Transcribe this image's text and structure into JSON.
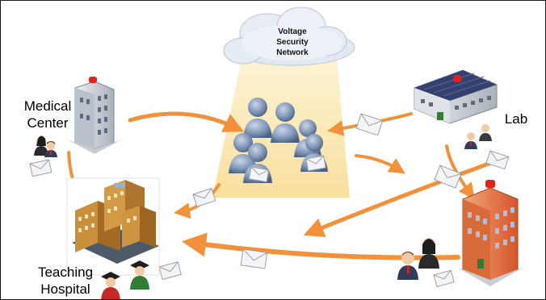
{
  "cloud": {
    "line1": "Voltage",
    "line2": "Security",
    "line3": "Network"
  },
  "nodes": {
    "medical_center": {
      "line1": "Medical",
      "line2": "Center"
    },
    "lab": {
      "label": "Lab"
    },
    "teaching_hospital": {
      "line1": "Teaching",
      "line2": "Hospital"
    }
  },
  "icons": {
    "cloud": "cloud-icon",
    "user_group": "user-group-icon",
    "email": "envelope-icon",
    "building": "building-icon",
    "siren": "siren-icon",
    "person": "person-icon"
  },
  "colors": {
    "arrow": "#f2913a",
    "beam": "#fbe7b0",
    "cloud": "#dfe6f0",
    "people": "#6f87a8",
    "building_red": "#e8794a",
    "building_grey": "#d4d8dc"
  }
}
